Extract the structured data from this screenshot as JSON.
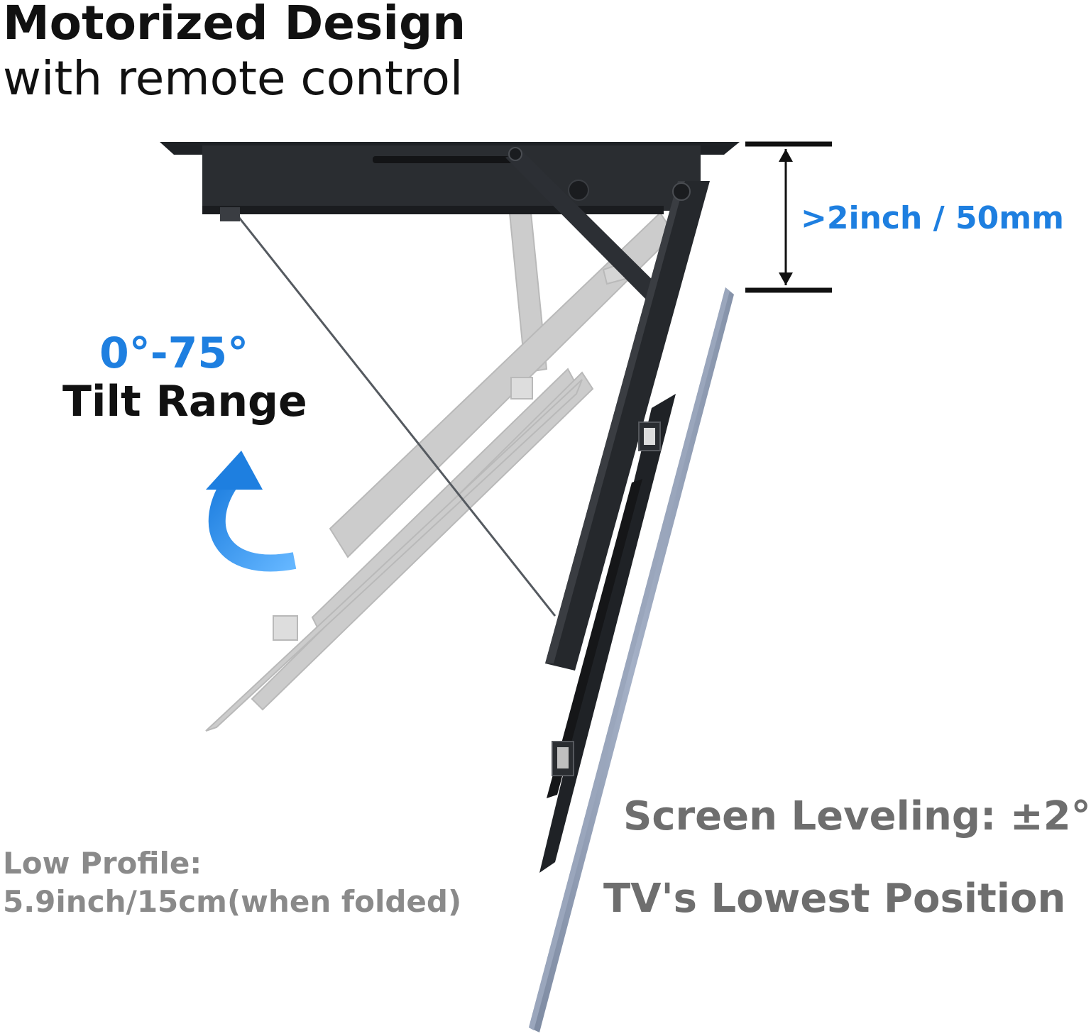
{
  "headline": {
    "title": "Motorized Design",
    "subtitle": "with remote control"
  },
  "clearance": {
    "label": ">2inch / 50mm"
  },
  "tilt": {
    "degrees": "0°-75°",
    "label": "Tilt Range"
  },
  "leveling": {
    "label": "Screen Leveling: ±2°"
  },
  "lowest_position": {
    "label": "TV's Lowest Position"
  },
  "low_profile": {
    "line1": "Low Profile:",
    "line2": "5.9inch/15cm(when folded)"
  },
  "colors": {
    "accent_blue": "#1e7fe0",
    "heading_black": "#111111",
    "muted_gray": "#6e6e6e",
    "light_gray": "#8a8a8a",
    "mount_black": "#1f2226",
    "ghost_gray": "#c9c9c9",
    "tv_panel": "#8e9bb2"
  }
}
